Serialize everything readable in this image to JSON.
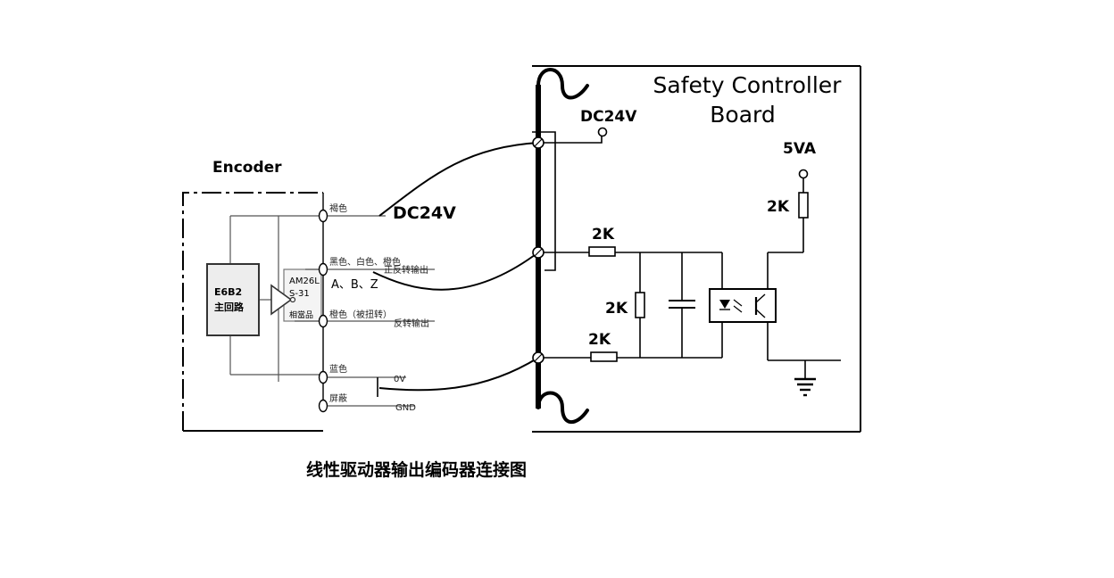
{
  "encoder": {
    "title": "Encoder",
    "chip_line1": "E6B2",
    "chip_line2": "主回路",
    "ic_line1": "AM26L",
    "ic_line2": "S-31",
    "ic_line3": "相當品",
    "abz_label": "A、B、Z",
    "pin1_color": "褐色",
    "pin2_colors": "黑色、白色、橙色",
    "pin2_signal": "正反转输出",
    "pin3_colors": "橙色（被扭转）",
    "pin3_signal": "反转输出",
    "pin4_color": "蓝色",
    "pin4_signal": "0V",
    "pin5_color": "屏蔽",
    "pin5_signal": "GND",
    "supply_label": "DC24V"
  },
  "board": {
    "title_line1": "Safety Controller",
    "title_line2": "Board",
    "supply_label": "DC24V",
    "logic_supply_label": "5VA",
    "r_pullup": "2K",
    "r_top": "2K",
    "r_shunt": "2K",
    "r_bottom": "2K"
  },
  "caption": "线性驱动器输出编码器连接图"
}
